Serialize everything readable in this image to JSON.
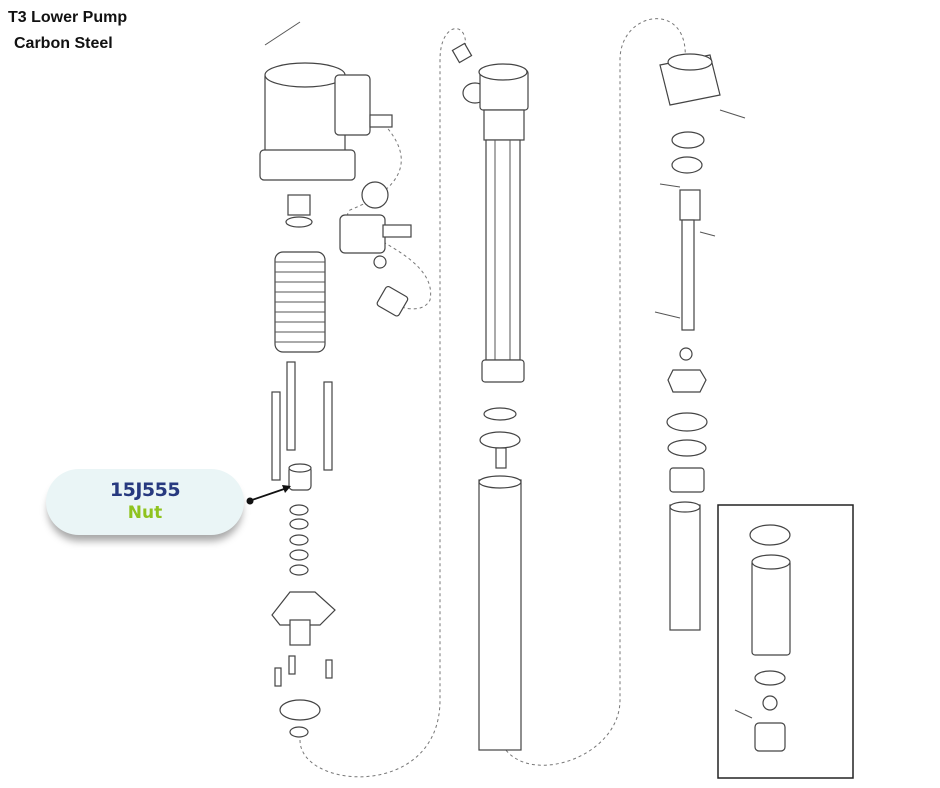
{
  "title": {
    "line1": "T3 Lower Pump",
    "line2": "Carbon Steel"
  },
  "callout": {
    "part_number": "15J555",
    "part_name": "Nut",
    "number_color": "#27397f",
    "name_color": "#8fc31f"
  }
}
